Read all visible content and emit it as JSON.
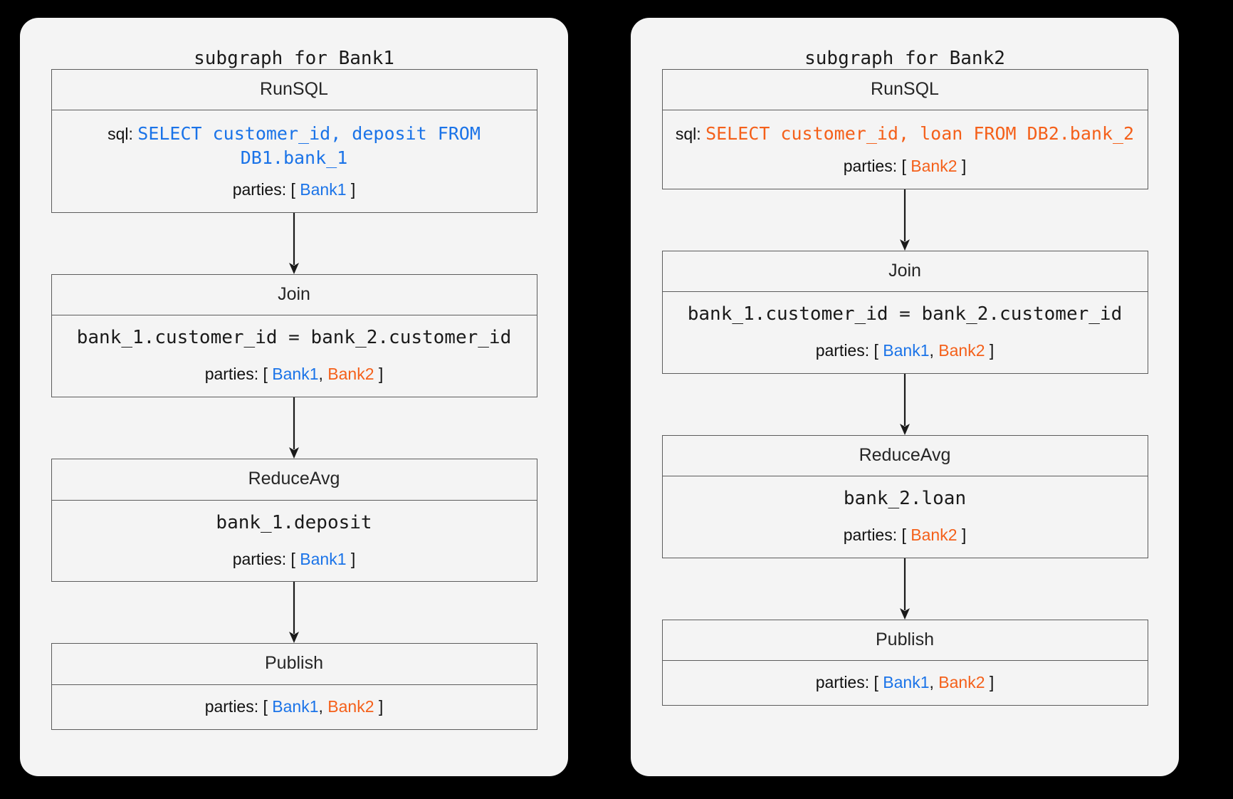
{
  "colors": {
    "background": "#000000",
    "panel": "#f4f4f4",
    "border": "#5c5c5c",
    "bank1": "#1a73e8",
    "bank2": "#f4601a",
    "text": "#1a1a1a"
  },
  "labels": {
    "sql_key": "sql:",
    "parties_key": "parties:",
    "bracket_open": "[",
    "bracket_close": "]",
    "comma": ","
  },
  "subgraphs": [
    {
      "id": "bank1",
      "title": "subgraph for Bank1",
      "nodes": [
        {
          "name": "RunSQL",
          "sql": "SELECT customer_id, deposit FROM DB1.bank_1",
          "sql_color": "bank1",
          "parties": [
            {
              "name": "Bank1",
              "color": "bank1"
            }
          ]
        },
        {
          "name": "Join",
          "expr": "bank_1.customer_id = bank_2.customer_id",
          "parties": [
            {
              "name": "Bank1",
              "color": "bank1"
            },
            {
              "name": "Bank2",
              "color": "bank2"
            }
          ]
        },
        {
          "name": "ReduceAvg",
          "expr": "bank_1.deposit",
          "parties": [
            {
              "name": "Bank1",
              "color": "bank1"
            }
          ]
        },
        {
          "name": "Publish",
          "parties": [
            {
              "name": "Bank1",
              "color": "bank1"
            },
            {
              "name": "Bank2",
              "color": "bank2"
            }
          ]
        }
      ]
    },
    {
      "id": "bank2",
      "title": "subgraph for Bank2",
      "nodes": [
        {
          "name": "RunSQL",
          "sql": "SELECT customer_id, loan FROM DB2.bank_2",
          "sql_color": "bank2",
          "parties": [
            {
              "name": "Bank2",
              "color": "bank2"
            }
          ]
        },
        {
          "name": "Join",
          "expr": "bank_1.customer_id = bank_2.customer_id",
          "parties": [
            {
              "name": "Bank1",
              "color": "bank1"
            },
            {
              "name": "Bank2",
              "color": "bank2"
            }
          ]
        },
        {
          "name": "ReduceAvg",
          "expr": "bank_2.loan",
          "parties": [
            {
              "name": "Bank2",
              "color": "bank2"
            }
          ]
        },
        {
          "name": "Publish",
          "parties": [
            {
              "name": "Bank1",
              "color": "bank1"
            },
            {
              "name": "Bank2",
              "color": "bank2"
            }
          ]
        }
      ]
    }
  ]
}
